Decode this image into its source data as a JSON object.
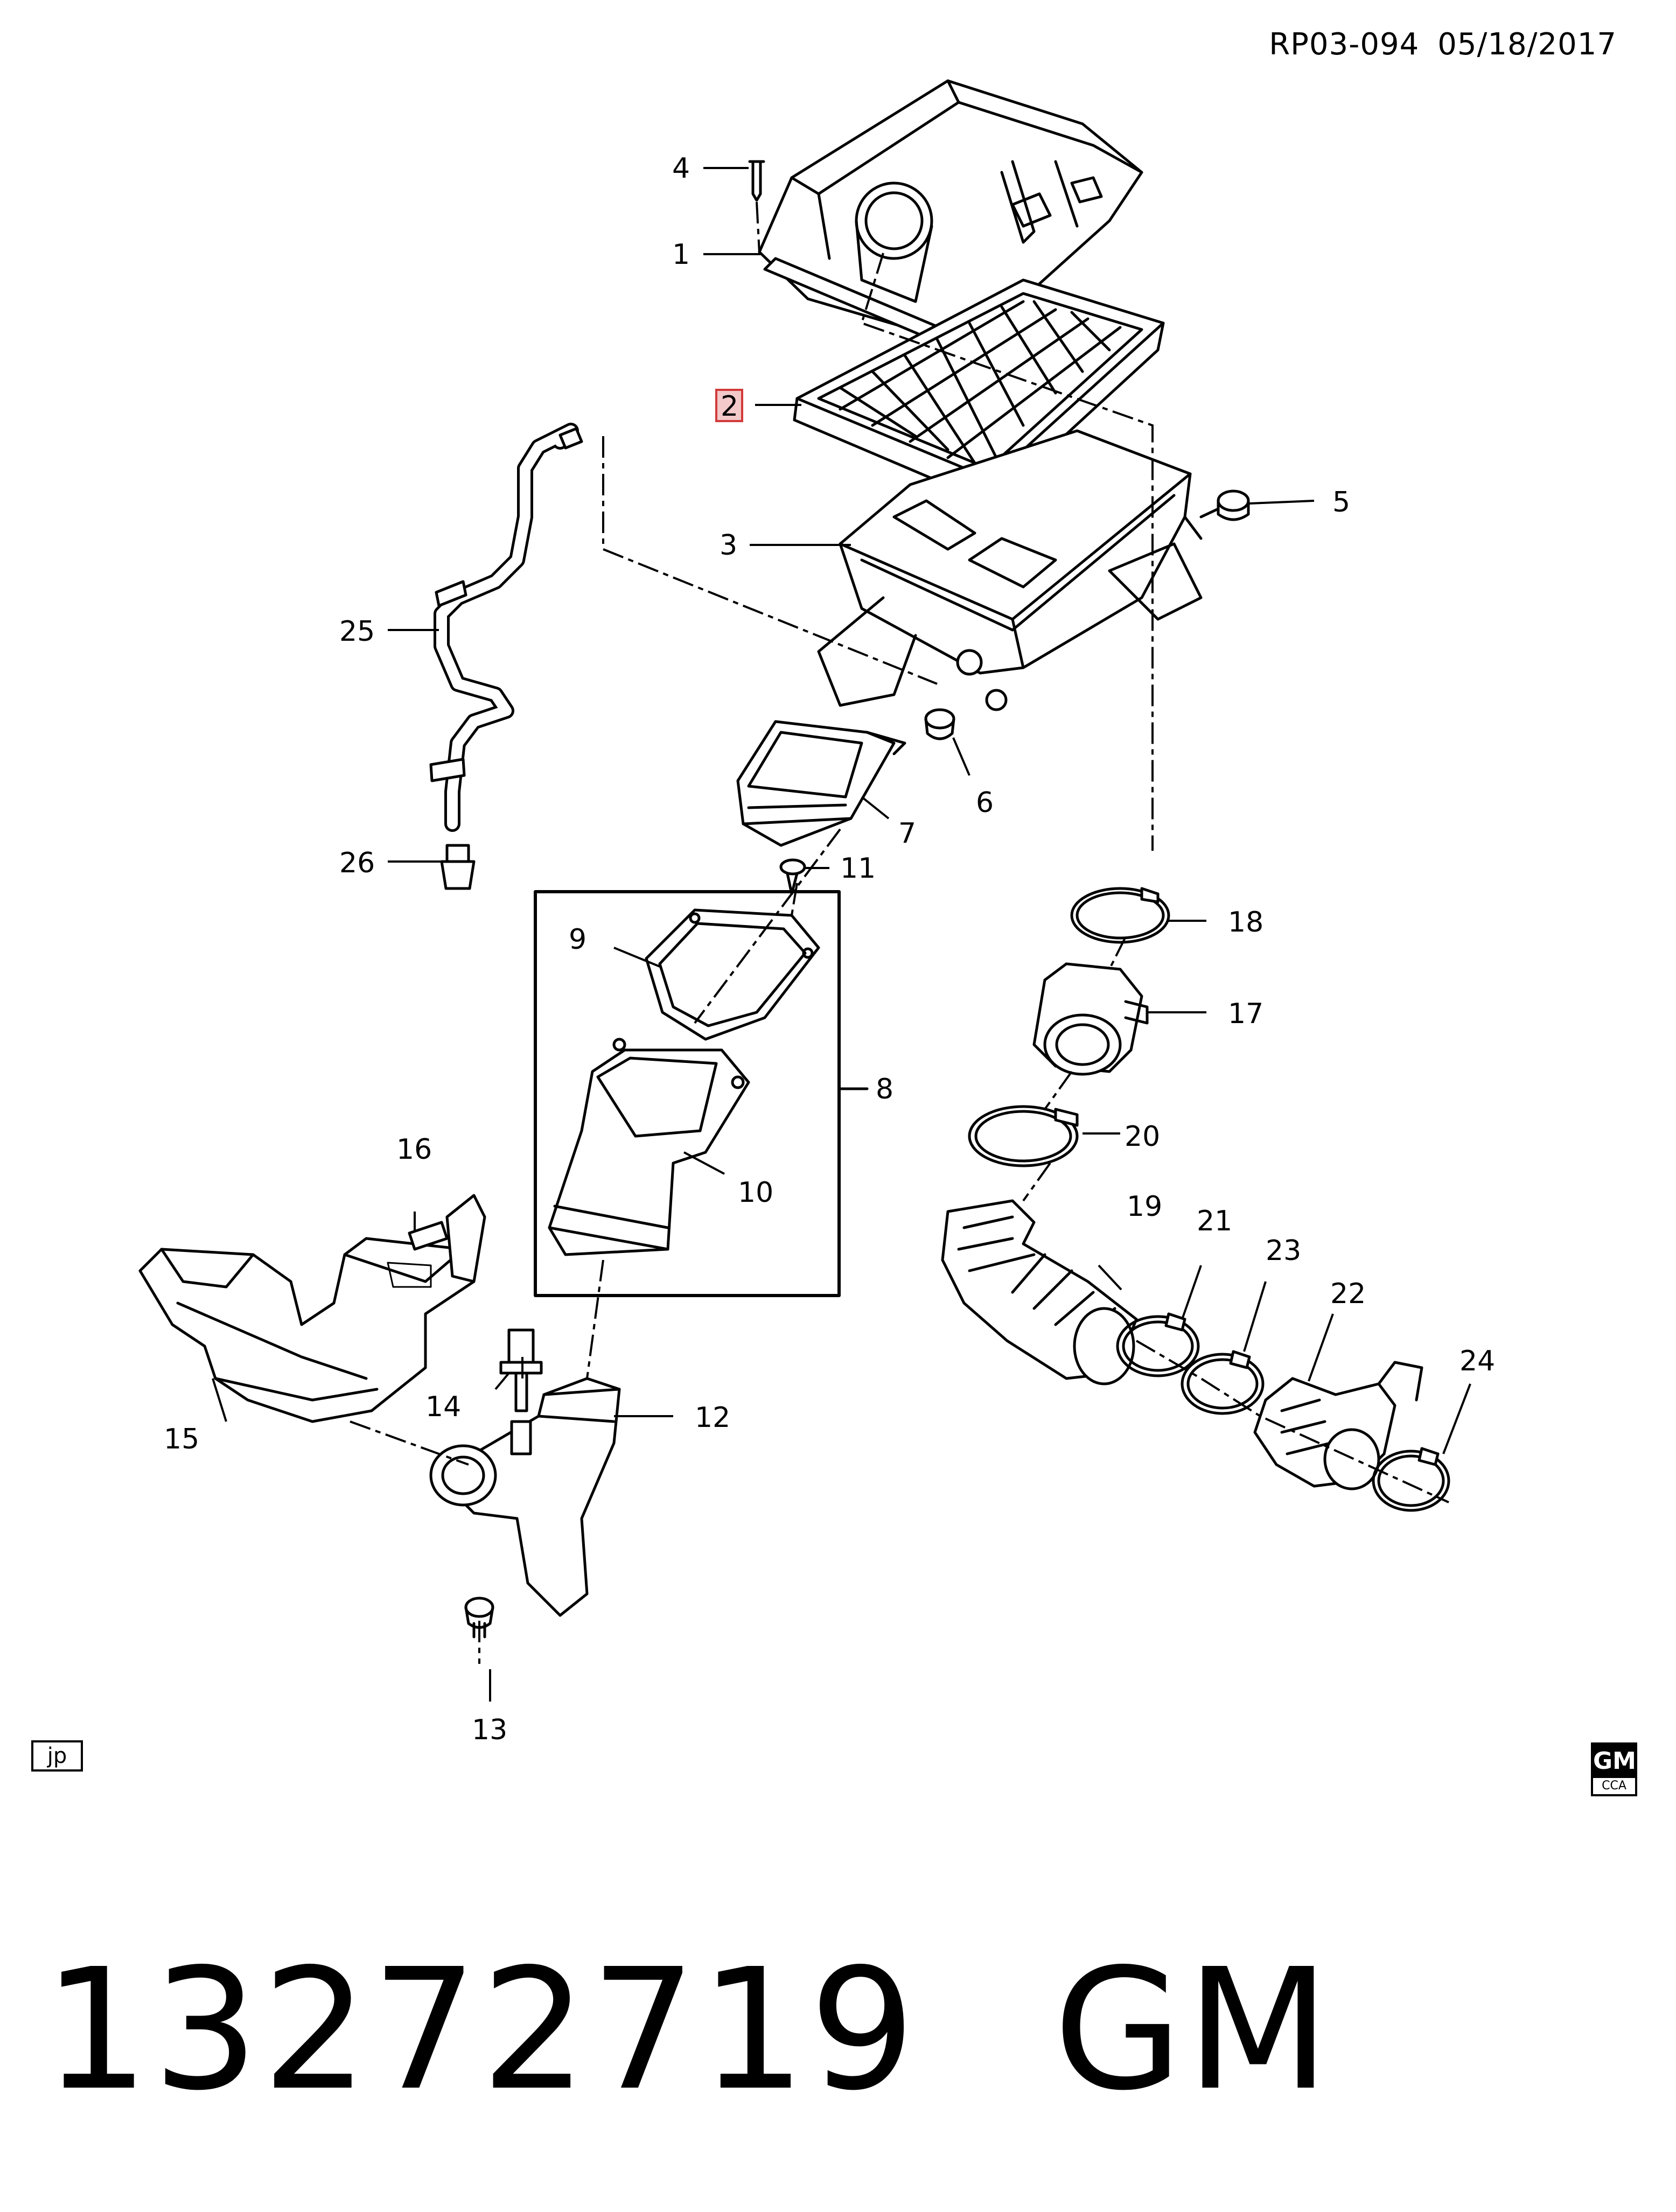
{
  "header": {
    "ref": "RP03-094",
    "date": "05/18/2017"
  },
  "callouts": {
    "c1": "1",
    "c2": "2",
    "c3": "3",
    "c4": "4",
    "c5": "5",
    "c6": "6",
    "c7": "7",
    "c8": "8",
    "c9": "9",
    "c10": "10",
    "c11": "11",
    "c12": "12",
    "c13": "13",
    "c14": "14",
    "c15": "15",
    "c16": "16",
    "c17": "17",
    "c18": "18",
    "c19": "19",
    "c20": "20",
    "c21": "21",
    "c22": "22",
    "c23": "23",
    "c24": "24",
    "c25": "25",
    "c26": "26"
  },
  "highlight_callout": "2",
  "corner_tag": "jp",
  "logo": {
    "mark": "GM",
    "sub": "CCA"
  },
  "footer": {
    "part_number": "13272719",
    "brand": "GM"
  },
  "colors": {
    "ink": "#000000",
    "highlight_fill": "#f3c9c9",
    "highlight_border": "#d23a3a"
  }
}
